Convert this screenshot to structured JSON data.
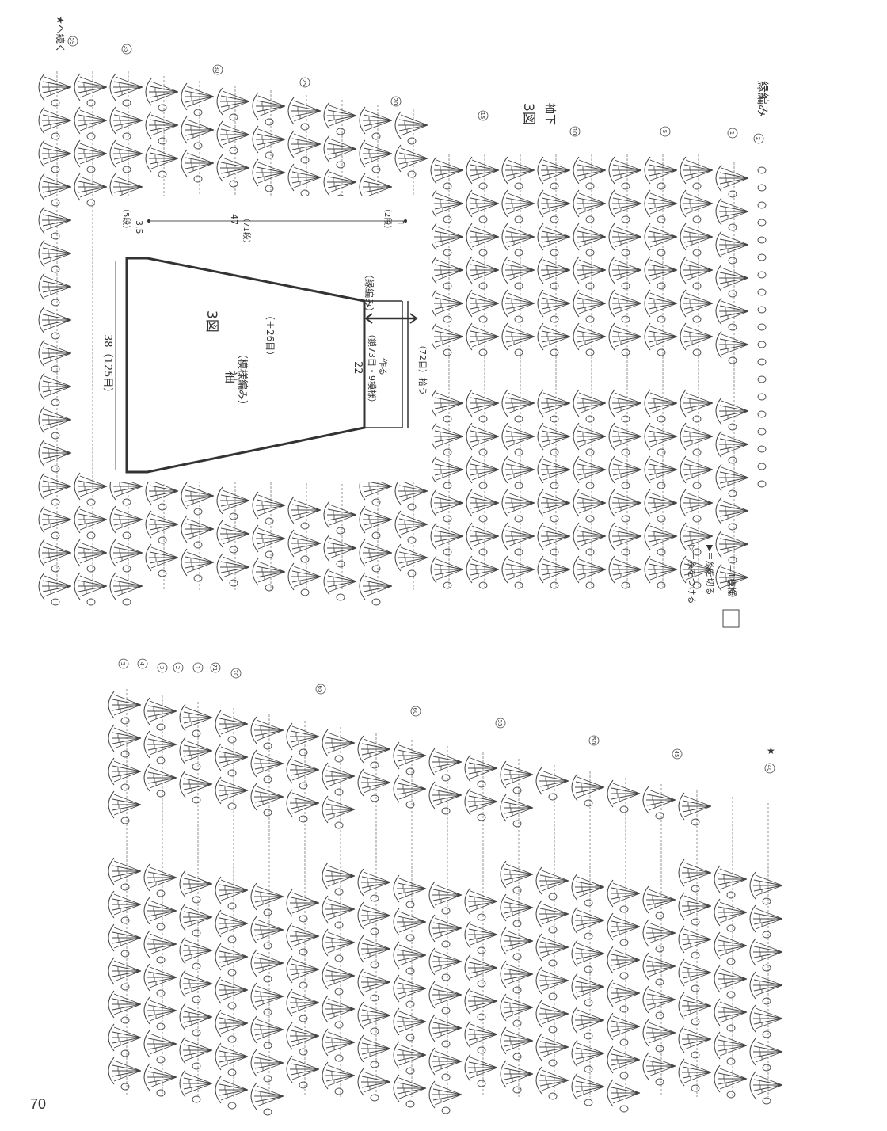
{
  "page_number": "70",
  "figure": {
    "label": "3図",
    "sublabel": "袖下",
    "edging_label": "縁編み",
    "continue_label": "★へ続く",
    "star": "★"
  },
  "schematic": {
    "title": "3図",
    "piece": "袖",
    "stitch": "（模様編み）",
    "height": "38（125目）",
    "increase": "（＋26目）",
    "width": "22",
    "cast_on": "（鎖73目・9模様）",
    "make": "作る",
    "pick_up": "（72目）拾う",
    "edging": "（縁編み）",
    "dim_top": "3.5",
    "dim_top_rows": "（5段）",
    "dim_length": "47",
    "dim_length_rows": "（71段）",
    "dim_bottom": "1",
    "dim_bottom_rows": "（2段）"
  },
  "legend": {
    "attach": "▷＝糸をつける",
    "cut": "▶＝糸を切る",
    "repeat": "＝1模様"
  },
  "upper_row_marks": [
    "59",
    "35",
    "30",
    "25",
    "20",
    "15",
    "10",
    "5",
    "1",
    "2"
  ],
  "lower_row_marks": [
    "5",
    "4",
    "3",
    "2",
    "1",
    "71",
    "70",
    "65",
    "60",
    "55",
    "50",
    "45",
    "40"
  ]
}
